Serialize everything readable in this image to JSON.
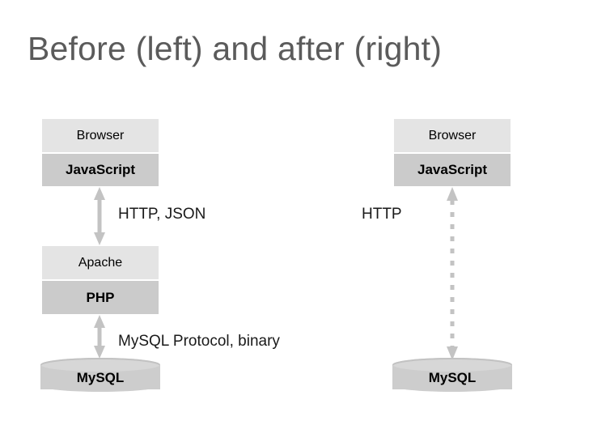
{
  "slide": {
    "title": "Before (left) and after (right)",
    "title_color": "#5b5b5b",
    "background": "#ffffff"
  },
  "colors": {
    "box_light": "#e4e4e4",
    "box_dark": "#cbcbcb",
    "cylinder": "#cdcdcd",
    "arrow": "#c3c3c3",
    "label_text": "#1a1a1a"
  },
  "left_stack": {
    "name": "before",
    "nodes": [
      {
        "label": "Browser",
        "style": "light",
        "shape": "box"
      },
      {
        "label": "JavaScript",
        "style": "dark",
        "shape": "box"
      },
      {
        "label": "Apache",
        "style": "light",
        "shape": "box"
      },
      {
        "label": "PHP",
        "style": "dark",
        "shape": "box"
      },
      {
        "label": "MySQL",
        "style": "dark",
        "shape": "cylinder"
      }
    ],
    "connections": [
      {
        "label": "HTTP, JSON",
        "from": "JavaScript",
        "to": "Apache",
        "line": "solid",
        "heads": "both"
      },
      {
        "label": "MySQL Protocol, binary",
        "from": "PHP",
        "to": "MySQL",
        "line": "solid",
        "heads": "both"
      }
    ]
  },
  "right_stack": {
    "name": "after",
    "nodes": [
      {
        "label": "Browser",
        "style": "light",
        "shape": "box"
      },
      {
        "label": "JavaScript",
        "style": "dark",
        "shape": "box"
      },
      {
        "label": "MySQL",
        "style": "dark",
        "shape": "cylinder"
      }
    ],
    "connections": [
      {
        "label": "HTTP",
        "from": "JavaScript",
        "to": "MySQL",
        "line": "dashed",
        "heads": "both"
      }
    ]
  }
}
